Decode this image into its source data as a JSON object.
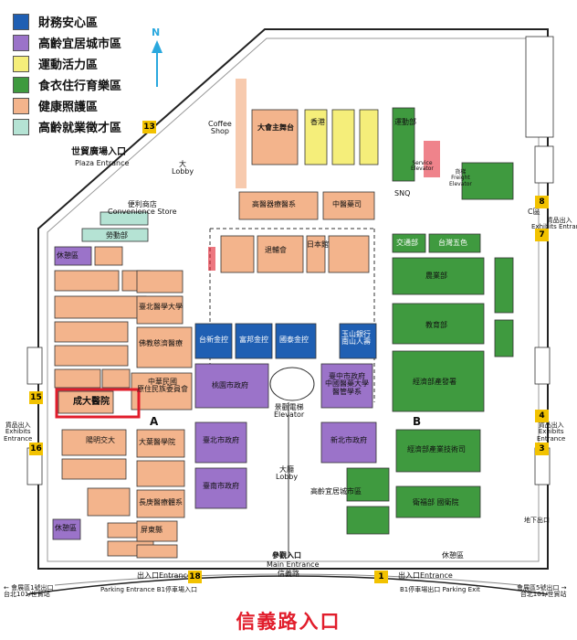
{
  "legend": [
    {
      "label": "財務安心區",
      "color": "#1f5fb3"
    },
    {
      "label": "高齡宜居城市區",
      "color": "#9b73c9"
    },
    {
      "label": "運動活力區",
      "color": "#f5ee7a"
    },
    {
      "label": "食衣住行育樂區",
      "color": "#3f9a3f"
    },
    {
      "label": "健康照護區",
      "color": "#f3b48c"
    },
    {
      "label": "高齡就業徵才區",
      "color": "#b5e3d4"
    }
  ],
  "compass": "N",
  "zones": {
    "a": "A",
    "b": "B",
    "c": "C區"
  },
  "entrances": {
    "plaza": "世貿廣場入口",
    "plaza_en": "Plaza Entrance",
    "main": "參觀入口",
    "main_en": "Main Entrance",
    "main_sub": "信義路",
    "bottom_left": "出入口Entrance",
    "bottom_right": "出入口Entrance",
    "exhibits_left": "貨品出入\nExhibits\nEntrance",
    "exhibits_right": "貨品出入\nExhibits\nEntrance",
    "exhibits_right_top": "貨品出入\nExhibits Entrance",
    "parking_entrance": "Parking Entrance  B1停車場入口",
    "parking_exit": "B1停車場出口  Parking Exit",
    "left_bus": "← 會展區1號出口\n台北101/世貿站",
    "right_bus": "會展區5號出口 →\n台北101/世貿站",
    "far_right_bottom": "地下出口",
    "bottom_title": "信義路入口"
  },
  "numbers": [
    "13",
    "8",
    "7",
    "15",
    "16",
    "4",
    "3",
    "18",
    "1"
  ],
  "facilities": {
    "coffee": "Coffee\nShop",
    "lobby": "大\nLobby",
    "conv": "便利商店\nConvenience Store",
    "elevator": "景觀電梯\nElevator",
    "service_elev": "Service\nElevator",
    "freight": "貨梯\nFreight\nElevator",
    "lobby2": "大廳\nLobby",
    "snq": "SNQ"
  },
  "booths": {
    "main_stage": "大會主舞台",
    "highlight": "成大醫院",
    "rest_left": "休憩區",
    "rest_left_b": "休憩區",
    "rest_right": "休憩區",
    "agri": "農業部",
    "edu": "教育部",
    "moea": "經濟部產發署",
    "moea2": "經濟部產業技術司",
    "mohw": "衛福部 國衛院",
    "taoyuan": "桃園市政府",
    "taichung": "臺中市政府\n中國醫藥大學\n醫管學系",
    "taipei": "臺北市政府",
    "newtaipei": "新北市政府",
    "tainan": "臺南市政府",
    "kaohsiung_hs": "高齡宜居城市區",
    "yushan": "玉山銀行\n南山人壽",
    "fubon": "富邦金控",
    "taishin": "台新金控",
    "cathay": "國泰金控",
    "bureau": "中華民國\n原住民族委員會",
    "buddhist": "佛教慈濟醫療",
    "tcm": "中醫藥司",
    "hgs": "高醫器療醫系",
    "tmu": "臺北醫學大學",
    "sports": "運動部",
    "hk": "香港",
    "japan": "日本館",
    "veterans": "退輔會",
    "labor": "勞動部",
    "trans": "交通部",
    "tw_tech": "台灣五色",
    "yangming": "陽明交大",
    "greater_u": "大葉醫學院",
    "longev": "長庚醫療體系",
    "pingtung": "屏東縣"
  }
}
